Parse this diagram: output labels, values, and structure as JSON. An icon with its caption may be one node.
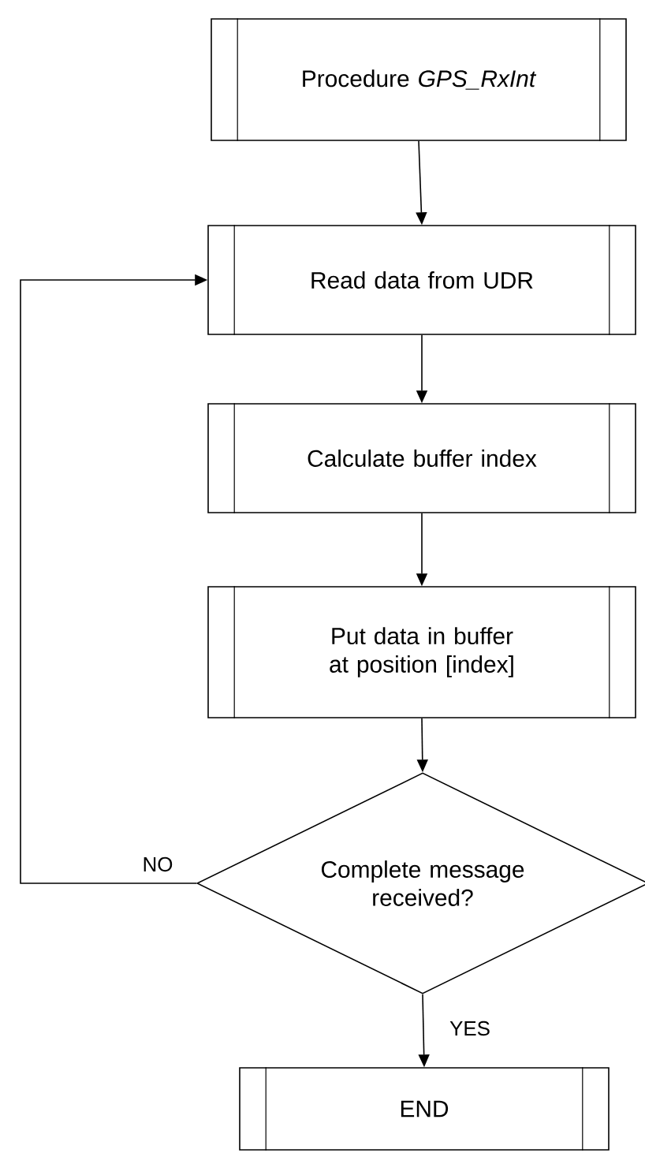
{
  "diagram": {
    "nodes": [
      {
        "text": [
          "Procedure *GPS_RxInt*"
        ]
      },
      {
        "text": [
          "Read data from UDR"
        ]
      },
      {
        "text": [
          "Calculate buffer index"
        ]
      },
      {
        "text": [
          "Put data in buffer at position [index]"
        ]
      },
      {
        "text": [
          "Complete message received?"
        ]
      },
      {
        "text": [
          "END"
        ]
      }
    ],
    "edges": [
      {
        "from": 0,
        "to": 1,
        "arrow": "to"
      },
      {
        "from": 1,
        "to": 2,
        "arrow": "to"
      },
      {
        "from": 2,
        "to": 3,
        "arrow": "to"
      },
      {
        "from": 3,
        "to": 4,
        "arrow": "to"
      },
      {
        "from": 4,
        "to": 1,
        "arrow": "to",
        "label": "NO"
      },
      {
        "from": 4,
        "to": 5,
        "arrow": "to",
        "label": "YES"
      }
    ]
  }
}
